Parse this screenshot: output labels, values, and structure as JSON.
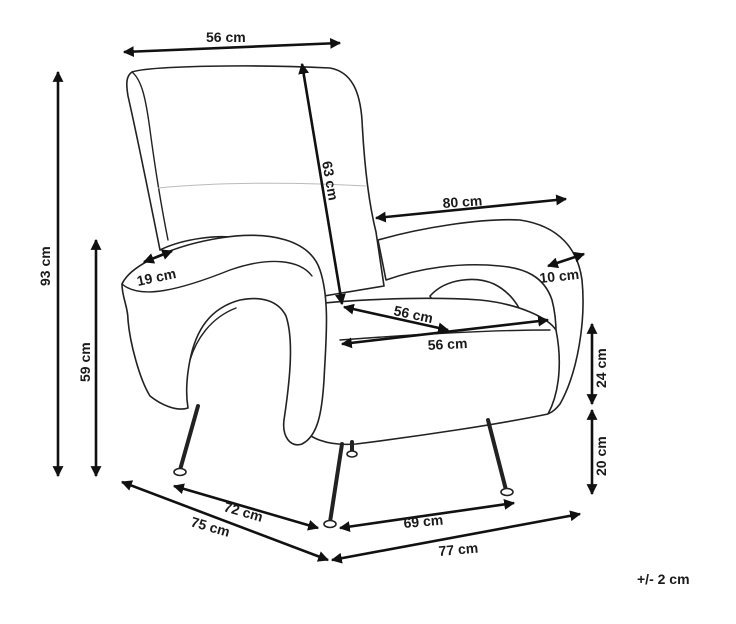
{
  "diagram": {
    "dimensions": {
      "top_width": "56 cm",
      "back_height": "63 cm",
      "total_height": "93 cm",
      "arm_height": "59 cm",
      "arm_width": "19 cm",
      "depth_top": "80 cm",
      "arm_thickness": "10 cm",
      "seat_depth": "56 cm",
      "seat_width": "56 cm",
      "seat_thickness": "24 cm",
      "leg_height": "20 cm",
      "leg_span_side": "72 cm",
      "leg_span_front": "69 cm",
      "total_depth": "75 cm",
      "total_width": "77 cm"
    },
    "tolerance": "+/- 2 cm"
  }
}
